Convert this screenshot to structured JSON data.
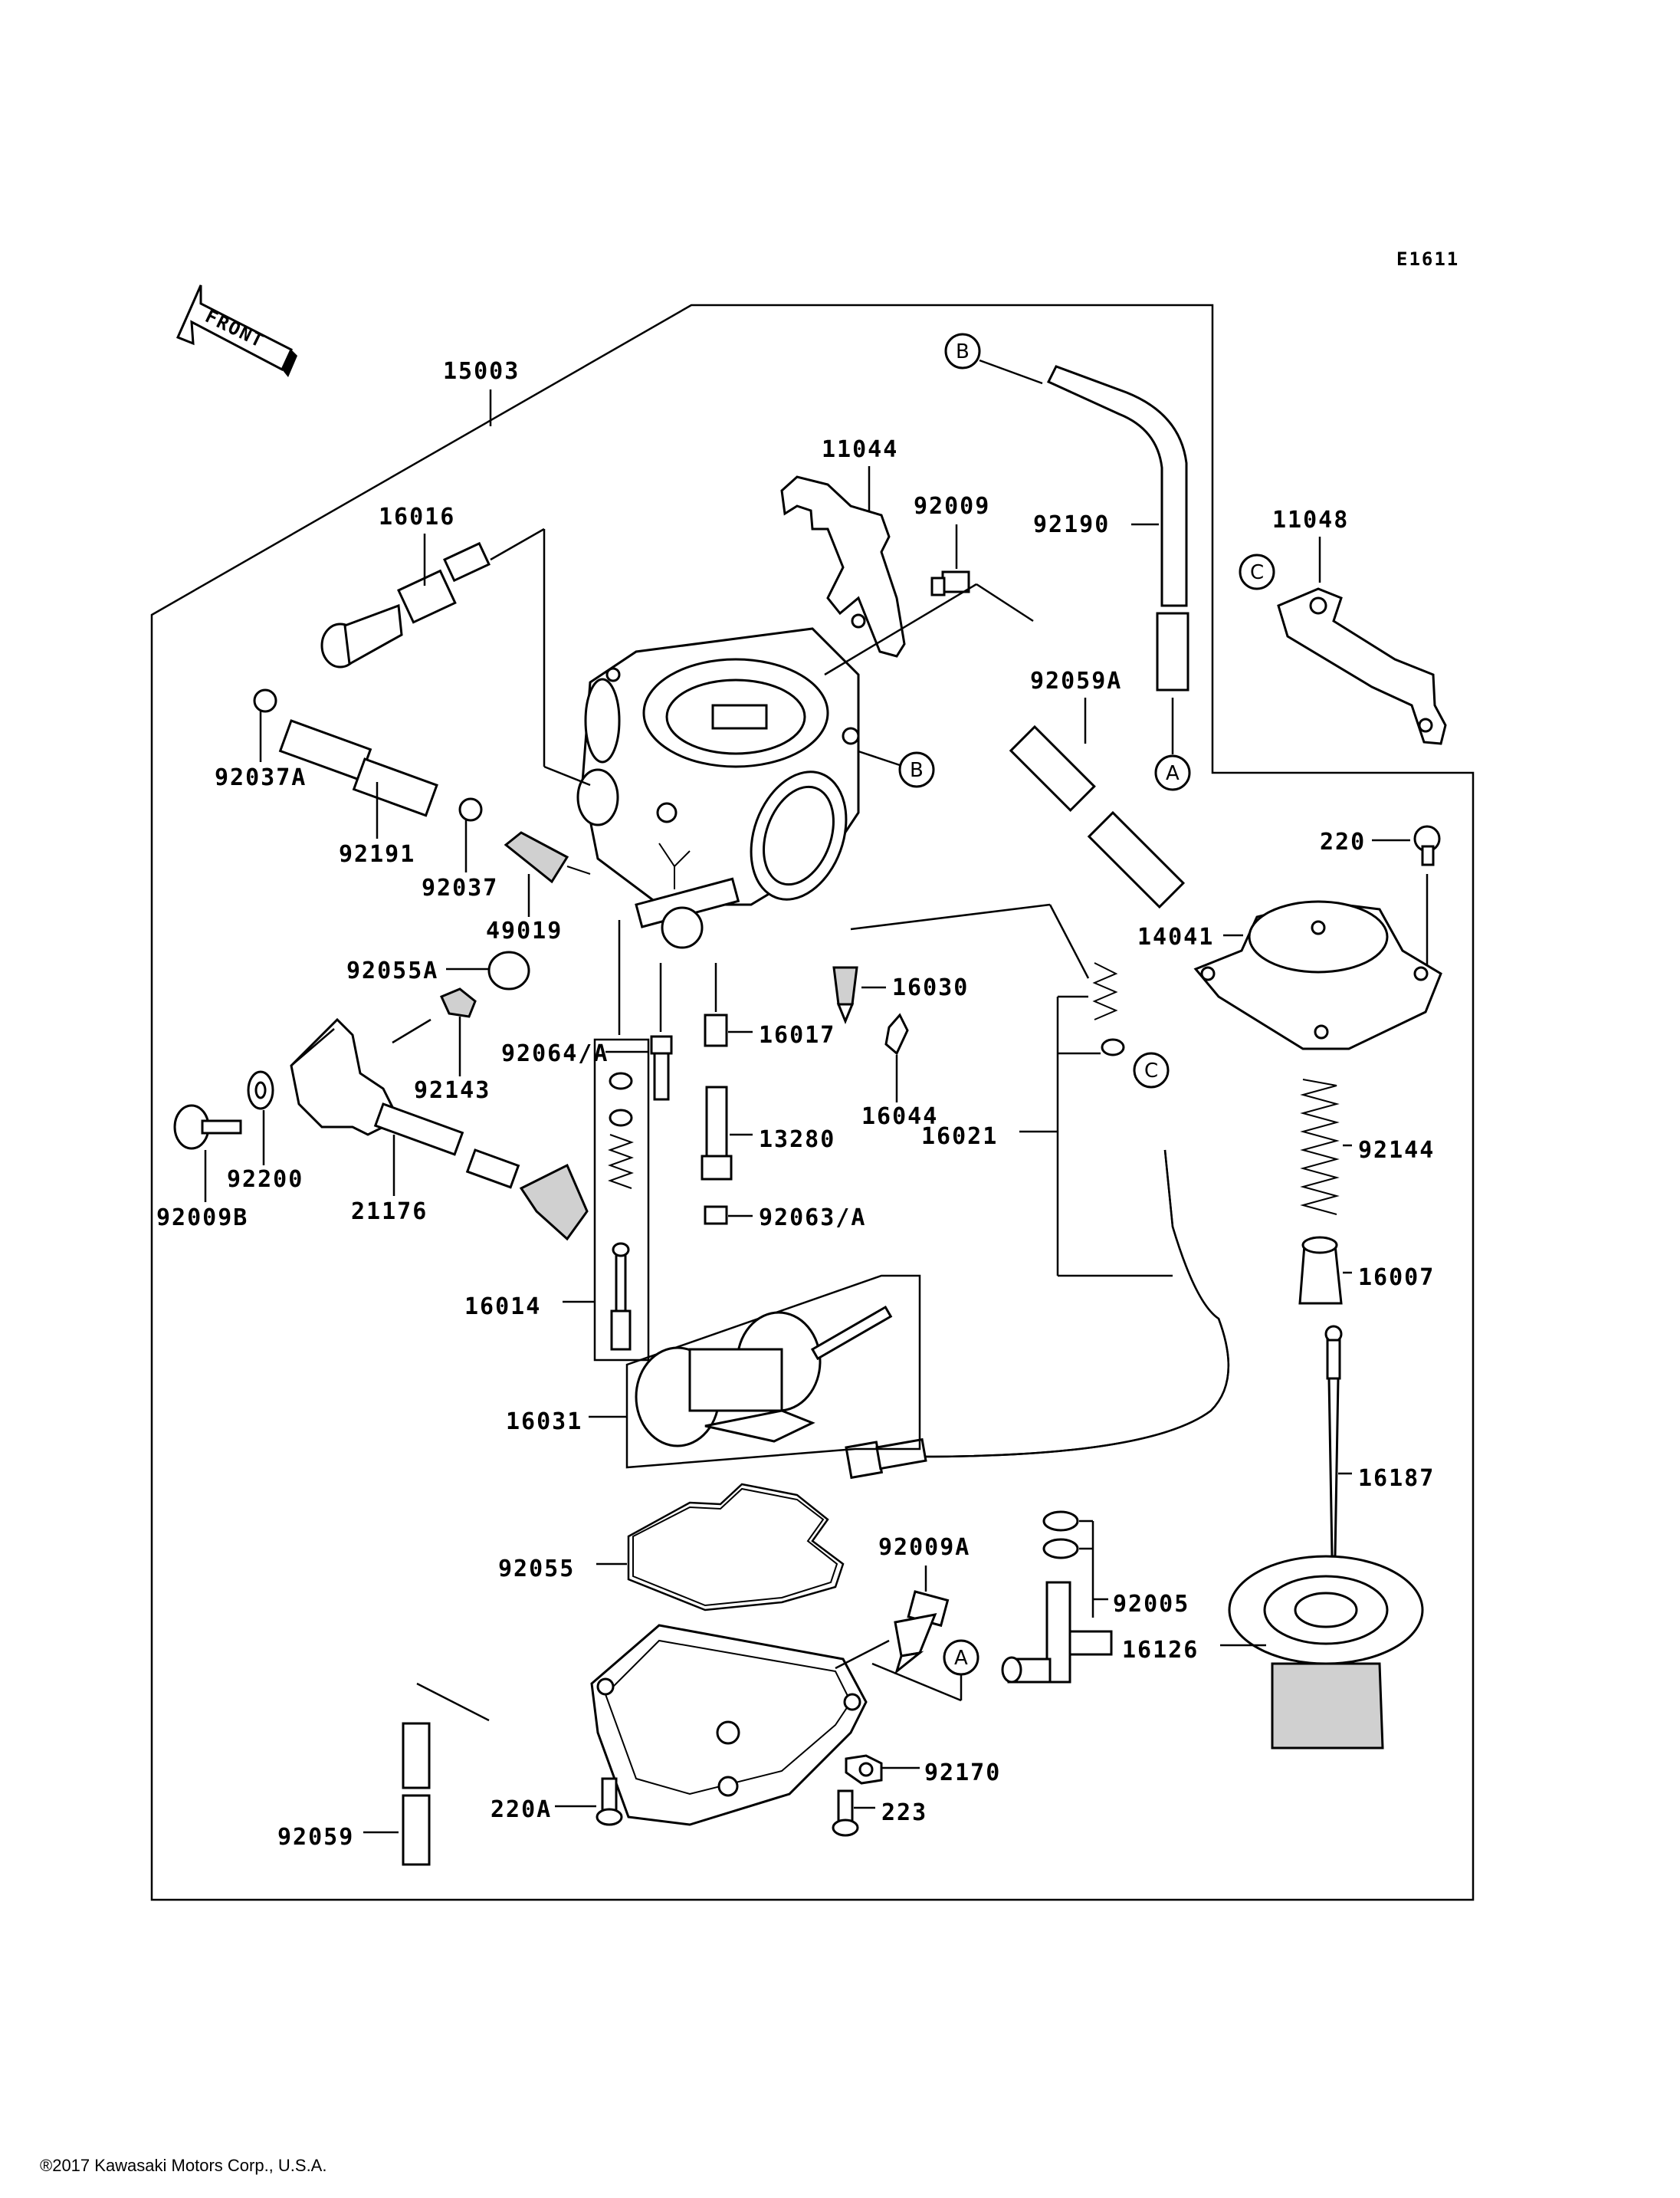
{
  "diagram_code": "E1611",
  "front_label": "FRONT",
  "copyright": "®2017 Kawasaki Motors Corp., U.S.A.",
  "callouts": {
    "a": "A",
    "b": "B",
    "c": "C"
  },
  "parts": {
    "p15003": "15003",
    "p11044": "11044",
    "p92009": "92009",
    "p92190": "92190",
    "p11048": "11048",
    "p16016": "16016",
    "p92059A": "92059A",
    "p92037A": "92037A",
    "p92191": "92191",
    "p92037": "92037",
    "p49019": "49019",
    "p220": "220",
    "p14041": "14041",
    "p92055A": "92055A",
    "p16030": "16030",
    "p92064A": "92064/A",
    "p16017": "16017",
    "p92143": "92143",
    "p16044": "16044",
    "p16021": "16021",
    "p13280": "13280",
    "p92144": "92144",
    "p92200": "92200",
    "p92009B": "92009B",
    "p21176": "21176",
    "p92063A": "92063/A",
    "p16007": "16007",
    "p16014": "16014",
    "p16031": "16031",
    "p16187": "16187",
    "p92055": "92055",
    "p92009A": "92009A",
    "p92005": "92005",
    "p16126": "16126",
    "p92170": "92170",
    "p220A": "220A",
    "p223": "223",
    "p92059": "92059"
  }
}
